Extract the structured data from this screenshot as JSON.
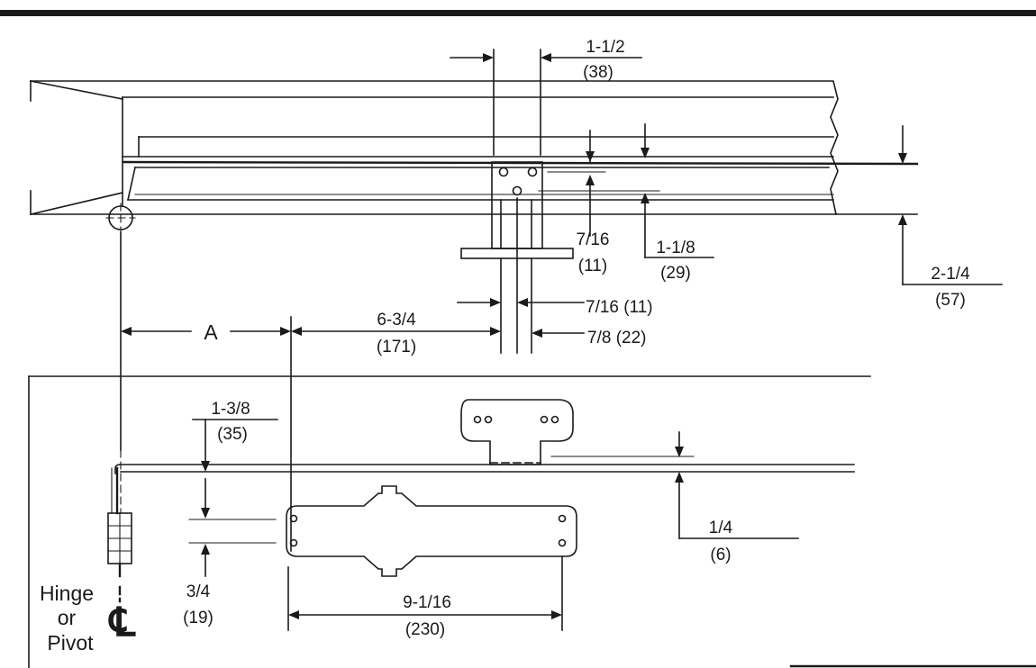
{
  "dimensions": {
    "closer_offset_top": {
      "inch": "1-1/2",
      "mm": "(38)"
    },
    "hole_spacing": {
      "inch": "7/16",
      "mm": "(11)"
    },
    "bolt_offset": {
      "inch": "1-1/8",
      "mm": "(29)"
    },
    "frame_face": {
      "inch": "2-1/4",
      "mm": "(57)"
    },
    "shoe_slot": {
      "label": "7/16 (11)"
    },
    "shoe_width": {
      "label": "7/8 (22)"
    },
    "dim_a": {
      "label": "A"
    },
    "closer_offset": {
      "inch": "6-3/4",
      "mm": "(171)"
    },
    "arm_drop": {
      "inch": "1-3/8",
      "mm": "(35)"
    },
    "body_gap": {
      "inch": "3/4",
      "mm": "(19)"
    },
    "plate_gap": {
      "inch": "1/4",
      "mm": "(6)"
    },
    "closer_length": {
      "inch": "9-1/16",
      "mm": "(230)"
    }
  },
  "hinge_label": {
    "line1": "Hinge",
    "line2": "or",
    "line3": "Pivot",
    "symbol": "℄"
  },
  "colors": {
    "ink": "#1a1a1a",
    "background": "#ffffff"
  }
}
